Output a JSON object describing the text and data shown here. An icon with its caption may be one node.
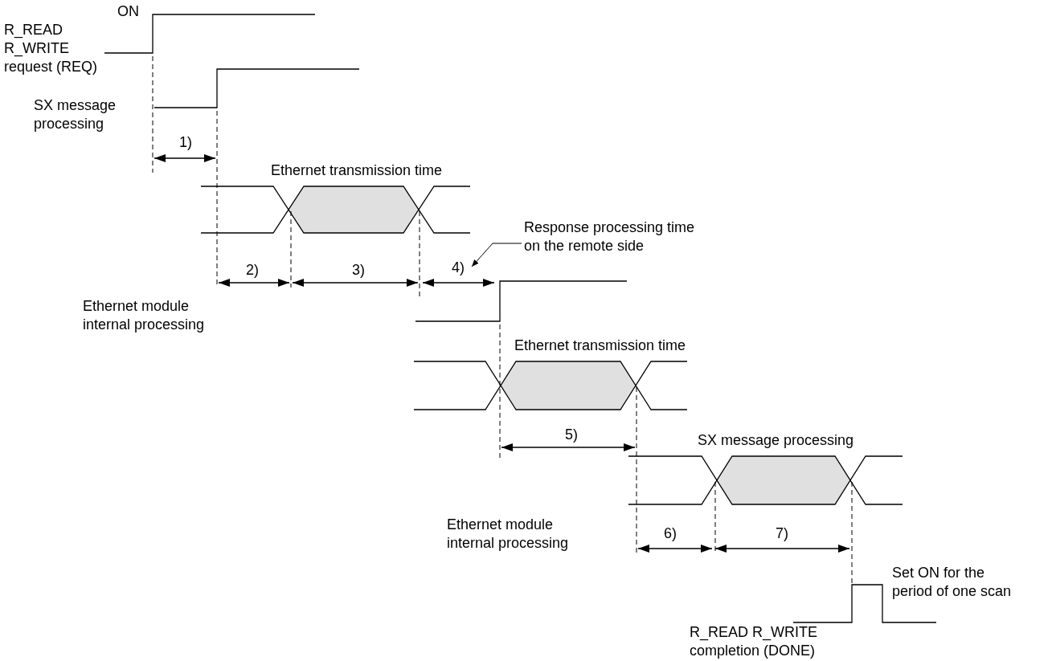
{
  "diagram": {
    "nodes": [
      {
        "text": [
          "Response processing time on the remote side"
        ]
      },
      {
        "text": [
          "4)"
        ]
      }
    ],
    "edges": [
      {
        "from": 0,
        "to": 1,
        "arrow": "to"
      }
    ],
    "labels": [
      "ON",
      "R_READ R_WRITE request (REQ)",
      "SX message processing",
      "1)",
      "Ethernet transmission time",
      "2)",
      "3)",
      "Ethernet module internal processing",
      "Ethernet transmission time",
      "5)",
      "SX message processing",
      "Ethernet module internal processing",
      "6)",
      "7)",
      "Set ON for the period of one scan",
      "R_READ R_WRITE completion (DONE)"
    ]
  }
}
